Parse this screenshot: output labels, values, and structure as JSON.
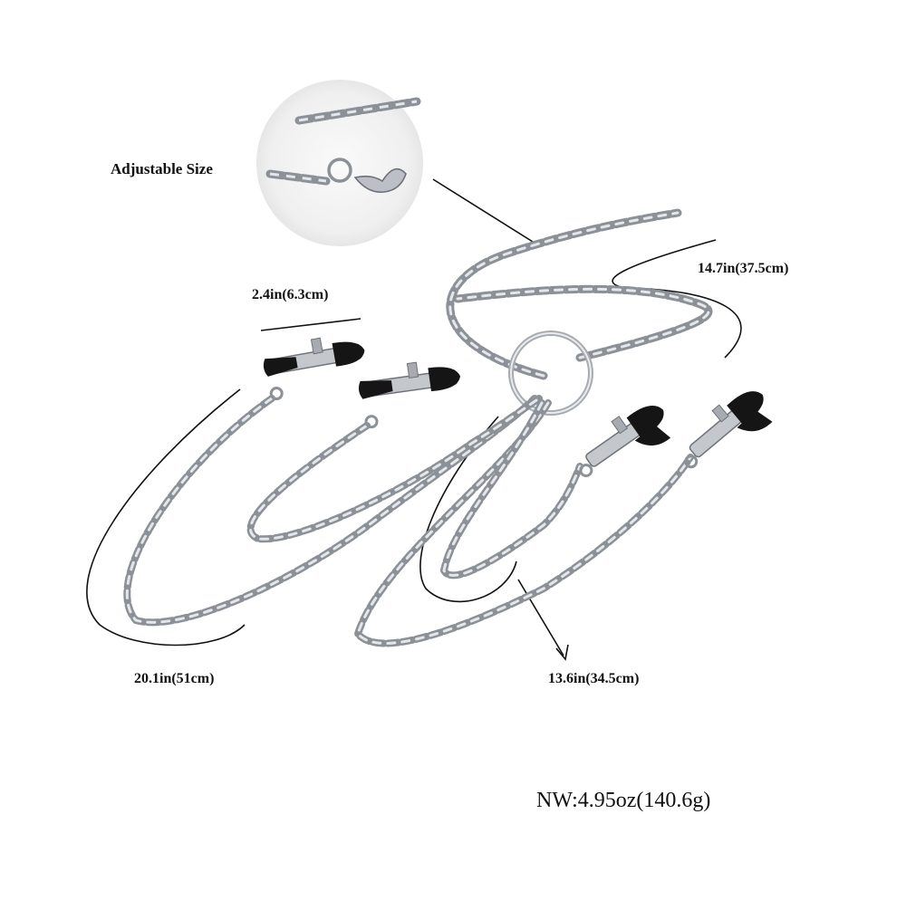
{
  "labels": {
    "adjustable": "Adjustable Size",
    "clamp_length": "2.4in(6.3cm)",
    "upper_chain": "14.7in(37.5cm)",
    "left_chain": "20.1in(51cm)",
    "right_chain": "13.6in(34.5cm)",
    "net_weight": "NW:4.95oz(140.6g)"
  },
  "colors": {
    "background": "#ffffff",
    "chain": "#b8bcc2",
    "chain_dark": "#7e838a",
    "clamp_pad": "#151515",
    "text": "#111111"
  },
  "icons": [
    "chain-icon",
    "clamp-icon",
    "o-ring-icon",
    "lobster-clasp-icon"
  ]
}
